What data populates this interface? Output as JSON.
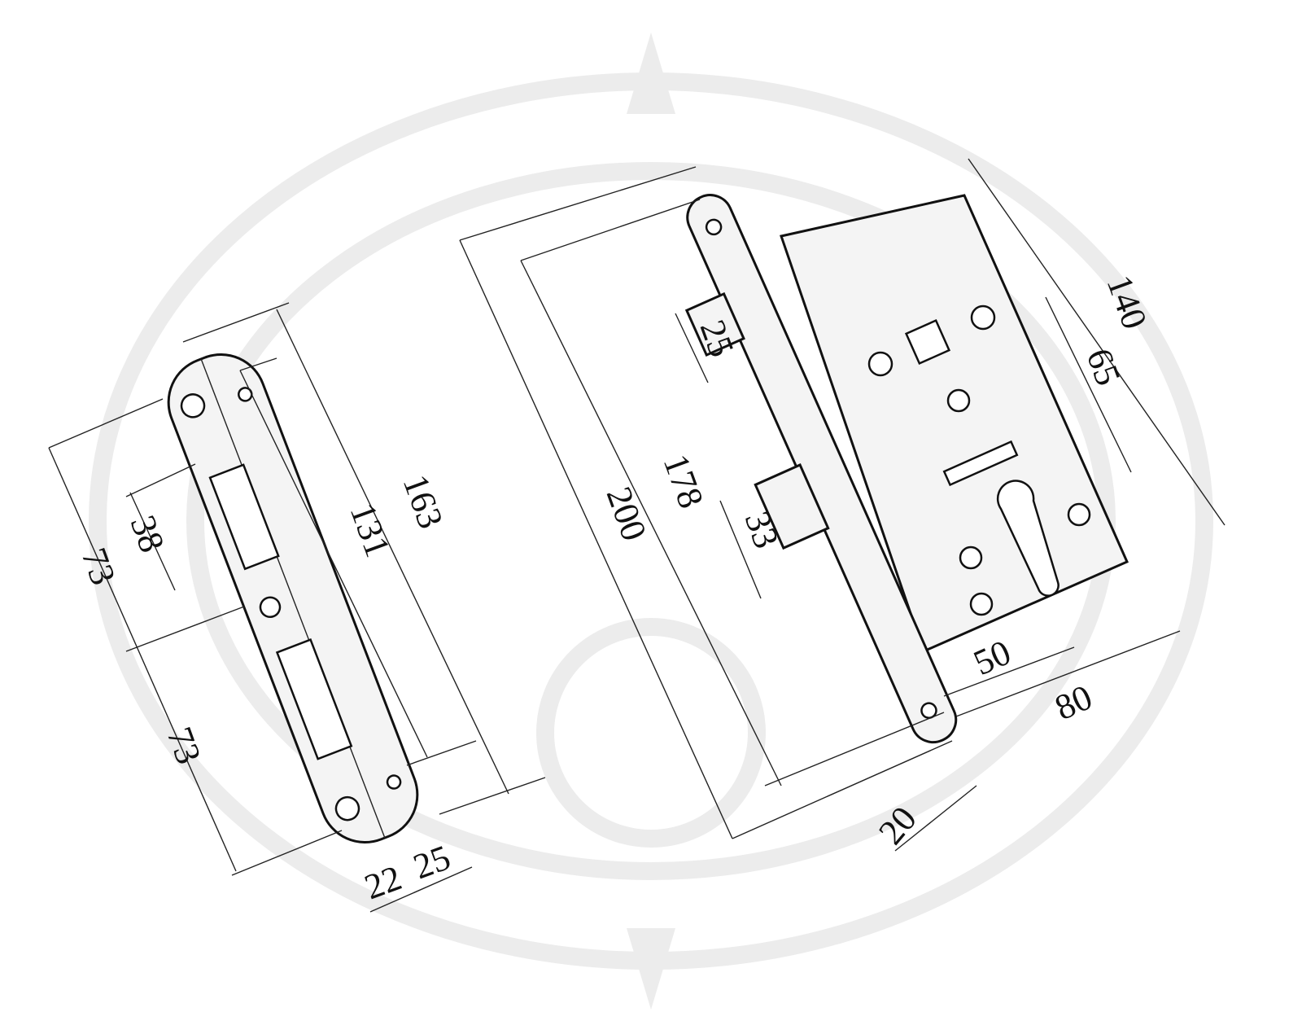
{
  "strike_plate": {
    "dimensions": {
      "overall_length": "163",
      "hole_spacing": "131",
      "opening_height": "38",
      "upper_offset": "73",
      "lower_offset": "73",
      "plate_width": "22",
      "flange_width": "25"
    }
  },
  "lock_body": {
    "dimensions": {
      "faceplate_length": "200",
      "faceplate_hole_spacing": "178",
      "latch_height": "25",
      "bolt_height": "33",
      "case_height": "140",
      "handle_to_cylinder": "65",
      "backset": "50",
      "case_depth": "80",
      "faceplate_width": "20"
    }
  },
  "colors": {
    "line": "#111111",
    "watermark": "#ececec"
  }
}
